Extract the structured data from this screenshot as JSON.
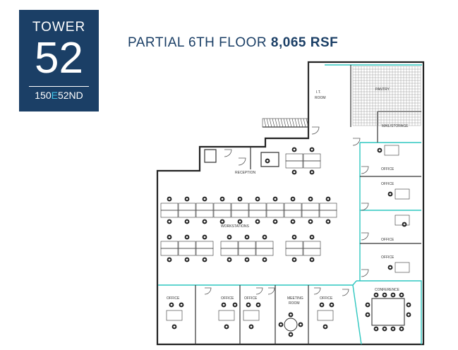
{
  "logo": {
    "line1": "TOWER",
    "number": "52",
    "address_a": "150",
    "address_e": "E",
    "address_b": "52ND"
  },
  "header": {
    "title_prefix": "PARTIAL 6TH FLOOR",
    "title_area": "8,065 RSF"
  },
  "rooms": {
    "it_room": "I.T.\nROOM",
    "pantry": "PANTRY",
    "mail_storage": "MAIL/STORAGE",
    "reception": "RECEPTION",
    "workstations": "WORKSTATIONS",
    "office": "OFFICE",
    "conference": "CONFERENCE",
    "meeting_room": "MEETING\nROOM"
  },
  "colors": {
    "navy": "#1b3f66",
    "accent": "#3fc2e6",
    "wall": "#222222",
    "glass": "#2fc7c0"
  }
}
